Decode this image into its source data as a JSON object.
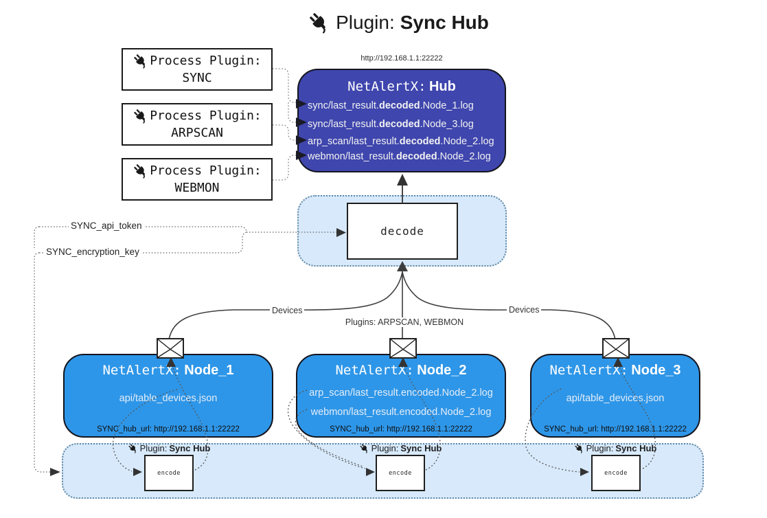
{
  "title": {
    "label": "Plugin:",
    "name": "Sync Hub"
  },
  "hub": {
    "url": "http://192.168.1.1:22222",
    "prefix": "NetAlertX:",
    "name": "Hub",
    "logs": [
      {
        "pre": "sync/last_result.",
        "bold": "decoded",
        "post": ".Node_1.log"
      },
      {
        "pre": "sync/last_result.",
        "bold": "decoded",
        "post": ".Node_3.log"
      },
      {
        "pre": "arp_scan/last_result.",
        "bold": "decoded",
        "post": ".Node_2.log"
      },
      {
        "pre": "webmon/last_result.",
        "bold": "decoded",
        "post": ".Node_2.log"
      }
    ]
  },
  "process_plugins": [
    {
      "label": "Process Plugin:",
      "name": "SYNC"
    },
    {
      "label": "Process Plugin:",
      "name": "ARPSCAN"
    },
    {
      "label": "Process Plugin:",
      "name": "WEBMON"
    }
  ],
  "settings": {
    "api_token": "SYNC_api_token",
    "encryption_key": "SYNC_encryption_key"
  },
  "decode_box": {
    "label": "decode"
  },
  "edges": {
    "devices_left": "Devices",
    "plugins_mid": "Plugins: ARPSCAN, WEBMON",
    "devices_right": "Devices"
  },
  "nodes": [
    {
      "prefix": "NetAlertX:",
      "name": "Node_1",
      "files": [
        "api/table_devices.json"
      ],
      "hub_url": "SYNC_hub_url: http://192.168.1.1:22222"
    },
    {
      "prefix": "NetAlertX:",
      "name": "Node_2",
      "files": [
        "arp_scan/last_result.encoded.Node_2.log",
        "webmon/last_result.encoded.Node_2.log"
      ],
      "hub_url": "SYNC_hub_url: http://192.168.1.1:22222"
    },
    {
      "prefix": "NetAlertX:",
      "name": "Node_3",
      "files": [
        "api/table_devices.json"
      ],
      "hub_url": "SYNC_hub_url: http://192.168.1.1:22222"
    }
  ],
  "encode_strip": {
    "plugin_label": "Plugin:",
    "plugin_name": "Sync Hub",
    "encode_label": "encode"
  },
  "colors": {
    "hub_fill": "#3f46ad",
    "node_fill": "#2e96e8",
    "container_fill": "#d7e9fa",
    "container_border": "#5f86a3",
    "line": "#3d3d3d"
  }
}
